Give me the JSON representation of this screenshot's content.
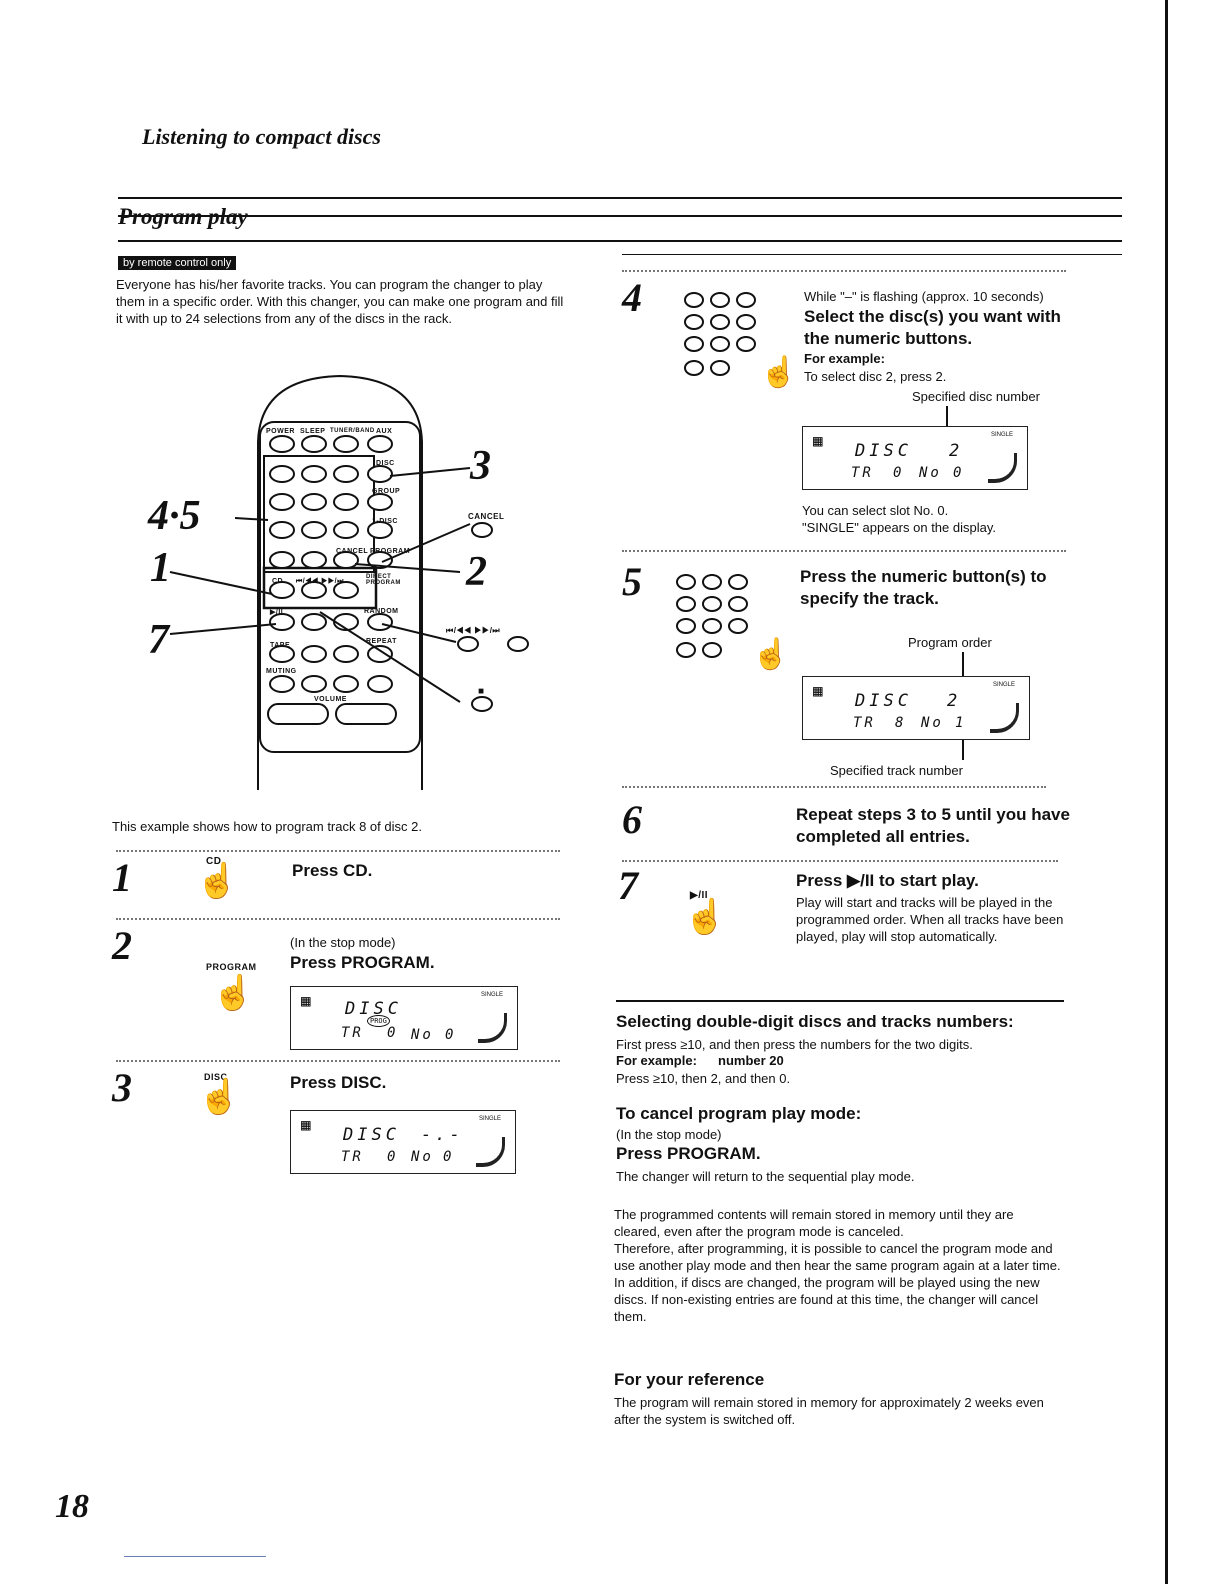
{
  "header": {
    "section": "Listening to compact discs"
  },
  "title": "Program play",
  "badge": "by remote control only",
  "intro": "Everyone has his/her favorite tracks. You can program the changer to play them in a specific order. With this changer, you can make one program and fill it with up to 24 selections from any of the discs in the rack.",
  "remote": {
    "callouts": [
      "4·5",
      "1",
      "7",
      "3",
      "2"
    ],
    "labels": {
      "power": "POWER",
      "sleep": "SLEEP",
      "tuner": "TUNER/BAND",
      "aux": "AUX",
      "disc": "DISC",
      "group": "GROUP",
      "one_disc": "1-DISC",
      "program": "PROGRAM",
      "cancel": "CANCEL",
      "cd": "CD",
      "skip": "⏮/◀◀ ▶▶/⏭",
      "direct": "DIRECT PROGRAM",
      "play": "▶/II",
      "random": "RANDOM",
      "tape": "TAPE",
      "repeat": "REPEAT",
      "muting": "MUTING",
      "volume": "VOLUME",
      "side_cancel": "CANCEL",
      "side_skip": "⏮/◀◀  ▶▶/⏭",
      "side_stop": "■"
    }
  },
  "example_caption": "This example shows how to program track 8 of disc 2.",
  "steps_left": [
    {
      "num": "1",
      "key_label": "CD",
      "pre": "",
      "title": "Press CD."
    },
    {
      "num": "2",
      "key_label": "PROGRAM",
      "pre": "(In the stop mode)",
      "title": "Press PROGRAM."
    },
    {
      "num": "3",
      "key_label": "DISC",
      "pre": "",
      "title": "Press DISC."
    }
  ],
  "lcd": {
    "disc_text": "DISC",
    "disc_num": "2",
    "tr_text": "TR",
    "tr0": "0",
    "tr8": "8",
    "no_text": "No",
    "no0": "0",
    "no1": "1",
    "prog_badge": "PROG",
    "single": "SINGLE",
    "dashes": "-.-"
  },
  "step4": {
    "num": "4",
    "pre": "While \"–\" is flashing (approx. 10 seconds)",
    "title": "Select the disc(s) you want with the numeric buttons.",
    "example_label": "For example:",
    "example": "To select disc 2, press 2.",
    "callout": "Specified disc number",
    "note": "You can select slot No. 0.\n\"SINGLE\" appears on the display."
  },
  "step5": {
    "num": "5",
    "title": "Press the numeric button(s) to specify the track.",
    "callout_top": "Program order",
    "callout_bottom": "Specified track number"
  },
  "step6": {
    "num": "6",
    "title": "Repeat steps 3 to 5 until you have completed all entries."
  },
  "step7": {
    "num": "7",
    "key_label": "▶/II",
    "title": "Press ▶/II to start play.",
    "body": "Play will start and tracks will be played in the programmed order. When all tracks have been played, play will stop automatically."
  },
  "double_digit": {
    "heading": "Selecting double-digit discs and tracks numbers:",
    "line1": "First press ≥10, and then press the numbers for the two digits.",
    "example_label": "For example:",
    "example_value": "number 20",
    "line3": "Press ≥10, then 2, and then 0."
  },
  "cancel_mode": {
    "heading": "To cancel program play mode:",
    "pre": "(In the stop mode)",
    "action": "Press PROGRAM.",
    "result": "The changer will return to the sequential play mode."
  },
  "memory_note": "The programmed contents will remain stored in memory until they are cleared, even after the program mode is canceled.\nTherefore, after programming, it is possible to cancel the program mode and use another play mode and then hear the same program again at a later time.\nIn addition, if discs are changed, the program will be played using the new discs. If non-existing entries are found at this time, the changer will cancel them.",
  "reference": {
    "heading": "For your reference",
    "body": "The program will remain stored in memory for approximately 2 weeks even after the system is switched off."
  },
  "page_number": "18"
}
